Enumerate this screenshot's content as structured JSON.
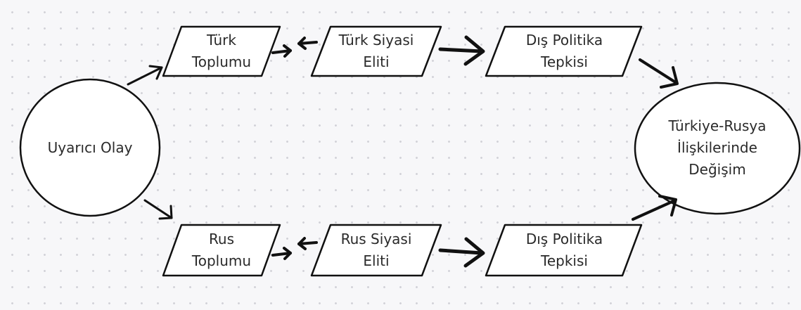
{
  "diagram": {
    "start_node": "Uyarıcı Olay",
    "end_node": "Türkiye-Rusya\nİlişkilerinde\nDeğişim",
    "turkey_row": {
      "society": "Türk\nToplumu",
      "political_elite": "Türk Siyasi\nEliti",
      "foreign_policy_response": "Dış Politika\nTepkisi"
    },
    "russia_row": {
      "society": "Rus\nToplumu",
      "political_elite": "Rus Siyasi\nEliti",
      "foreign_policy_response": "Dış Politika\nTepkisi"
    }
  }
}
